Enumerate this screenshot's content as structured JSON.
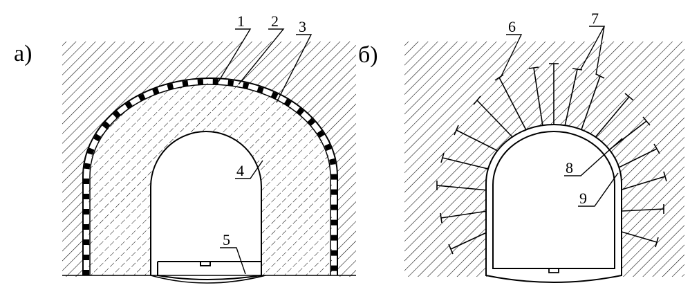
{
  "panels": [
    {
      "label": "а)",
      "callouts": [
        "1",
        "2",
        "3",
        "4",
        "5"
      ]
    },
    {
      "label": "б)",
      "callouts": [
        "6",
        "7",
        "8",
        "9"
      ]
    }
  ],
  "colors": {
    "ink": "#000000",
    "paper": "#ffffff"
  }
}
